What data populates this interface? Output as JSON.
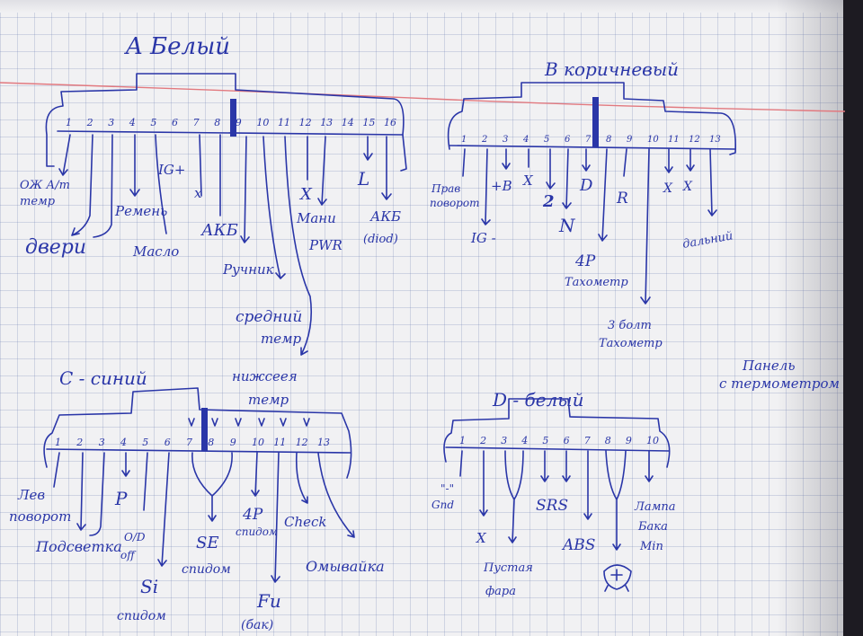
{
  "colors": {
    "ink": "#2a36a8",
    "margin_line": "#e2797f",
    "grid": "#7887b9",
    "paper": "#f1f1f3"
  },
  "connectors": {
    "A": {
      "title": "A Белый",
      "pins": [
        "1",
        "2",
        "3",
        "4",
        "5",
        "6",
        "7",
        "8",
        "9",
        "10",
        "11",
        "12",
        "13",
        "14",
        "15",
        "16"
      ],
      "labels": {
        "p1": "ОЖ А/т",
        "p1b": "темр",
        "p2": "двери",
        "p4": "Ремень",
        "p5": "Масло",
        "p6": "IG+",
        "p7": "х",
        "p8": "АКБ",
        "p9": "Ручник",
        "p10": "средний",
        "p10b": "темр",
        "p11": "нижсеея",
        "p11b": "темр",
        "p12": "X",
        "p12l": "Мани",
        "p13": "PWR",
        "p14": "L",
        "p16": "АКБ",
        "p16b": "(diod)"
      }
    },
    "B": {
      "title": "B коричневый",
      "pins": [
        "1",
        "2",
        "3",
        "4",
        "5",
        "6",
        "7",
        "8",
        "9",
        "10",
        "11",
        "12",
        "13"
      ],
      "labels": {
        "p1": "Прав",
        "p1b": "поворот",
        "p2": "IG -",
        "p3": "+B",
        "p4": "X",
        "p5": "2",
        "p6": "N",
        "p7": "D",
        "p8": "4P",
        "p8b": "Тахометр",
        "p9": "R",
        "p10": "3 болт",
        "p10b": "Тахометр",
        "p11": "X",
        "p12": "X",
        "p13": "дальний"
      }
    },
    "C": {
      "title": "C - синий",
      "pins": [
        "1",
        "2",
        "3",
        "4",
        "5",
        "6",
        "7",
        "8",
        "9",
        "10",
        "11",
        "12",
        "13"
      ],
      "labels": {
        "p1": "Лев",
        "p1b": "поворот",
        "p2": "Подсветка",
        "p4": "P",
        "p5": "O/D",
        "p5b": "off",
        "p6": "Si",
        "p6b": "спидом",
        "p8": "SE",
        "p8b": "спидом",
        "p10": "4P",
        "p10b": "спидом",
        "p11": "Fu",
        "p11b": "(бак)",
        "p12": "Check",
        "p13": "Омывайка"
      }
    },
    "D": {
      "title": "D - белый",
      "pins": [
        "1",
        "2",
        "3",
        "4",
        "5",
        "6",
        "7",
        "8",
        "9",
        "10"
      ],
      "labels": {
        "p1": "\"-\"",
        "p1b": "Gnd",
        "p2": "X",
        "p3": "Пустая",
        "p3b": "фара",
        "p5": "SRS",
        "p6": "ABS",
        "p10": "Лампа",
        "p10b": "Бака",
        "p10c": "Min"
      }
    }
  },
  "note": {
    "line1": "Панель",
    "line2": "с термометром"
  }
}
